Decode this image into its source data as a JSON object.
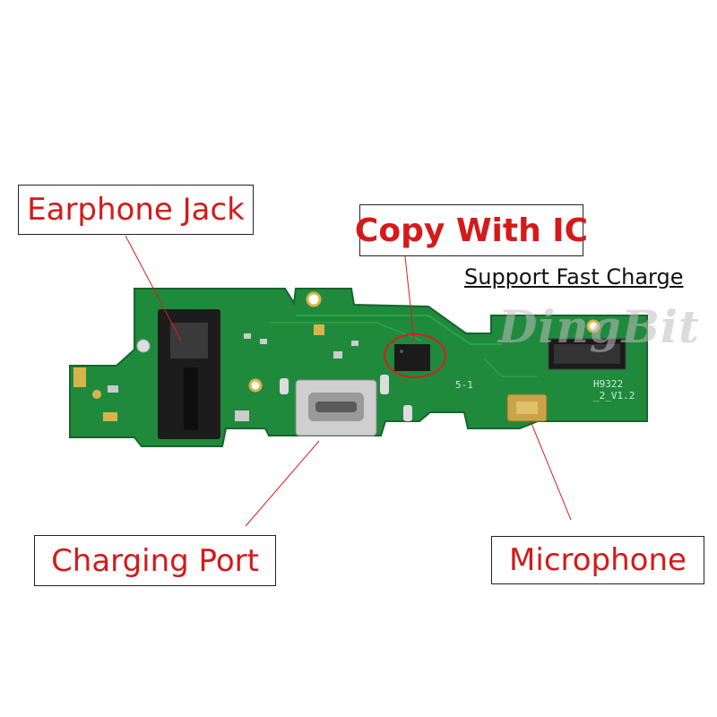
{
  "labels": {
    "earphone_jack": "Earphone Jack",
    "copy_with_ic": "Copy With IC",
    "support_fast_charge": "Support Fast Charge",
    "charging_port": "Charging Port",
    "microphone": "Microphone"
  },
  "watermark": "DingBit",
  "silkscreen": {
    "board_model": "H9322",
    "board_version": "_2_V1.2",
    "board_mark": "5-1"
  },
  "colors": {
    "label_text": "#d41a1a",
    "pcb_green": "#1f8a3c",
    "annotation_red": "#d42020"
  }
}
